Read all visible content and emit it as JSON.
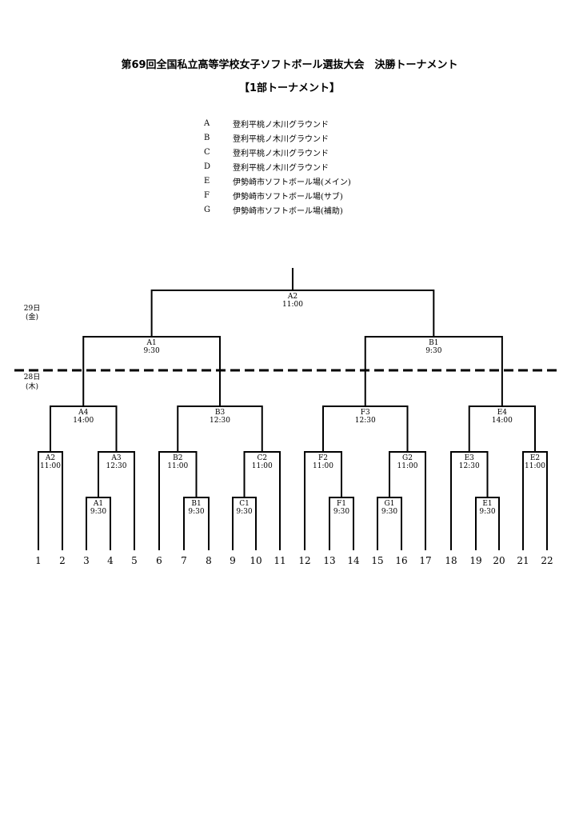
{
  "header": {
    "title": "第69回全国私立高等学校女子ソフトボール選抜大会　決勝トーナメント",
    "subtitle": "【1部トーナメント】"
  },
  "venues": [
    {
      "code": "A",
      "name": "登利平桃ノ木川グラウンド"
    },
    {
      "code": "B",
      "name": "登利平桃ノ木川グラウンド"
    },
    {
      "code": "C",
      "name": "登利平桃ノ木川グラウンド"
    },
    {
      "code": "D",
      "name": "登利平桃ノ木川グラウンド"
    },
    {
      "code": "E",
      "name": "伊勢崎市ソフトボール場(メイン)"
    },
    {
      "code": "F",
      "name": "伊勢崎市ソフトボール場(サブ)"
    },
    {
      "code": "G",
      "name": "伊勢崎市ソフトボール場(補助)"
    }
  ],
  "days": {
    "day29": {
      "date": "29日",
      "weekday": "(金)"
    },
    "day28": {
      "date": "28日",
      "weekday": "(木)"
    }
  },
  "games": {
    "final": {
      "code": "A2",
      "time": "11:00"
    },
    "sfL": {
      "code": "A1",
      "time": "9:30"
    },
    "sfR": {
      "code": "B1",
      "time": "9:30"
    },
    "qf1": {
      "code": "A4",
      "time": "14:00"
    },
    "qf2": {
      "code": "B3",
      "time": "12:30"
    },
    "qf3": {
      "code": "F3",
      "time": "12:30"
    },
    "qf4": {
      "code": "E4",
      "time": "14:00"
    },
    "r2_1": {
      "code": "A2",
      "time": "11:00"
    },
    "r2_2": {
      "code": "A3",
      "time": "12:30"
    },
    "r2_3": {
      "code": "B2",
      "time": "11:00"
    },
    "r2_4": {
      "code": "C2",
      "time": "11:00"
    },
    "r2_5": {
      "code": "F2",
      "time": "11:00"
    },
    "r2_6": {
      "code": "G2",
      "time": "11:00"
    },
    "r2_7": {
      "code": "E3",
      "time": "12:30"
    },
    "r2_8": {
      "code": "E2",
      "time": "11:00"
    },
    "r1_1": {
      "code": "A1",
      "time": "9:30"
    },
    "r1_2": {
      "code": "B1",
      "time": "9:30"
    },
    "r1_3": {
      "code": "C1",
      "time": "9:30"
    },
    "r1_4": {
      "code": "F1",
      "time": "9:30"
    },
    "r1_5": {
      "code": "G1",
      "time": "9:30"
    },
    "r1_6": {
      "code": "E1",
      "time": "9:30"
    }
  },
  "seeds": [
    "1",
    "2",
    "3",
    "4",
    "5",
    "6",
    "7",
    "8",
    "9",
    "10",
    "11",
    "12",
    "13",
    "14",
    "15",
    "16",
    "17",
    "18",
    "19",
    "20",
    "21",
    "22"
  ]
}
